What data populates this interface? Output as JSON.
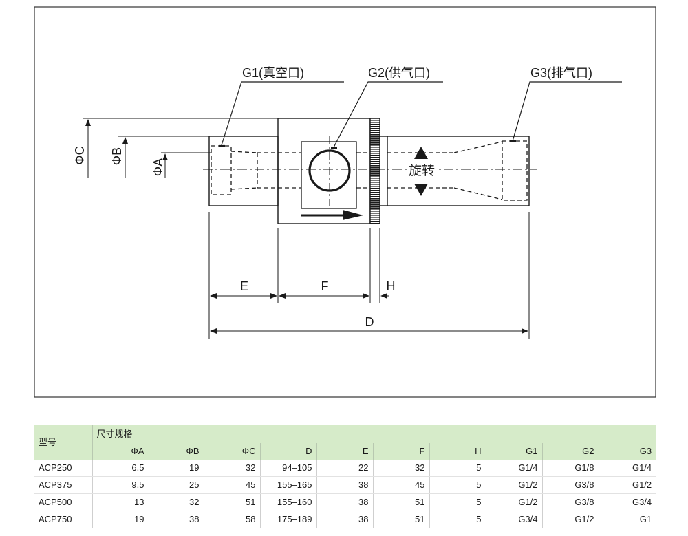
{
  "diagram": {
    "labels": {
      "g1": "G1(真空口)",
      "g2": "G2(供气口)",
      "g3": "G3(排气口)",
      "rotate": "旋转",
      "phi_a": "ΦA",
      "phi_b": "ΦB",
      "phi_c": "ΦC",
      "dim_e": "E",
      "dim_f": "F",
      "dim_h": "H",
      "dim_d": "D"
    }
  },
  "table": {
    "model_header": "型号",
    "dims_header": "尺寸规格",
    "columns": [
      "ΦA",
      "ΦB",
      "ΦC",
      "D",
      "E",
      "F",
      "H",
      "G1",
      "G2",
      "G3"
    ],
    "rows": [
      {
        "model": "ACP250",
        "cells": [
          "6.5",
          "19",
          "32",
          "94–105",
          "22",
          "32",
          "5",
          "G1/4",
          "G1/8",
          "G1/4"
        ]
      },
      {
        "model": "ACP375",
        "cells": [
          "9.5",
          "25",
          "45",
          "155–165",
          "38",
          "45",
          "5",
          "G1/2",
          "G3/8",
          "G1/2"
        ]
      },
      {
        "model": "ACP500",
        "cells": [
          "13",
          "32",
          "51",
          "155–160",
          "38",
          "51",
          "5",
          "G1/2",
          "G3/8",
          "G3/4"
        ]
      },
      {
        "model": "ACP750",
        "cells": [
          "19",
          "38",
          "58",
          "175–189",
          "38",
          "51",
          "5",
          "G3/4",
          "G1/2",
          "G1"
        ]
      }
    ]
  }
}
